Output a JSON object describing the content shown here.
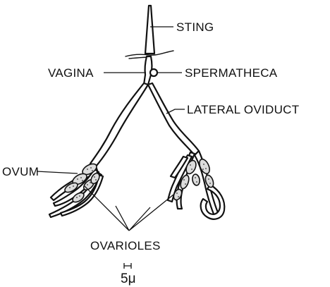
{
  "labels": {
    "sting": "STING",
    "vagina": "VAGINA",
    "spermatheca": "SPERMATHECA",
    "lateral_oviduct": "LATERAL OVIDUCT",
    "ovum": "OVUM",
    "ovarioles": "OVARIOLES"
  },
  "scale_bar": {
    "label": "5μ"
  }
}
